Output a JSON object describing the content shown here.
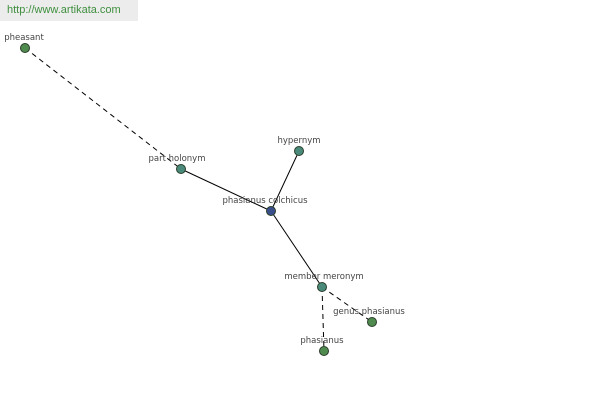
{
  "header": {
    "site_url": "http://www.artikata.com"
  },
  "graph": {
    "center": {
      "label": "phasianus colchicus",
      "color": "#3a4f8a"
    },
    "nodes": [
      {
        "id": "pheasant",
        "label": "pheasant",
        "color": "#4f8a4f"
      },
      {
        "id": "part-holonym",
        "label": "part holonym",
        "color": "#4a8a7a"
      },
      {
        "id": "hypernym",
        "label": "hypernym",
        "color": "#4a8a7a"
      },
      {
        "id": "center",
        "label": "phasianus colchicus",
        "color": "#3a4f8a"
      },
      {
        "id": "member-meronym",
        "label": "member meronym",
        "color": "#4a8a7a"
      },
      {
        "id": "genus-phasianus",
        "label": "genus phasianus",
        "color": "#4f8a4f"
      },
      {
        "id": "phasianus",
        "label": "phasianus",
        "color": "#4f8a4f"
      }
    ],
    "edges": [
      {
        "from": "pheasant",
        "to": "part-holonym",
        "style": "dashed"
      },
      {
        "from": "part-holonym",
        "to": "center",
        "style": "solid"
      },
      {
        "from": "hypernym",
        "to": "center",
        "style": "solid"
      },
      {
        "from": "center",
        "to": "member-meronym",
        "style": "solid"
      },
      {
        "from": "member-meronym",
        "to": "genus-phasianus",
        "style": "dashed"
      },
      {
        "from": "member-meronym",
        "to": "phasianus",
        "style": "dashed"
      }
    ]
  }
}
